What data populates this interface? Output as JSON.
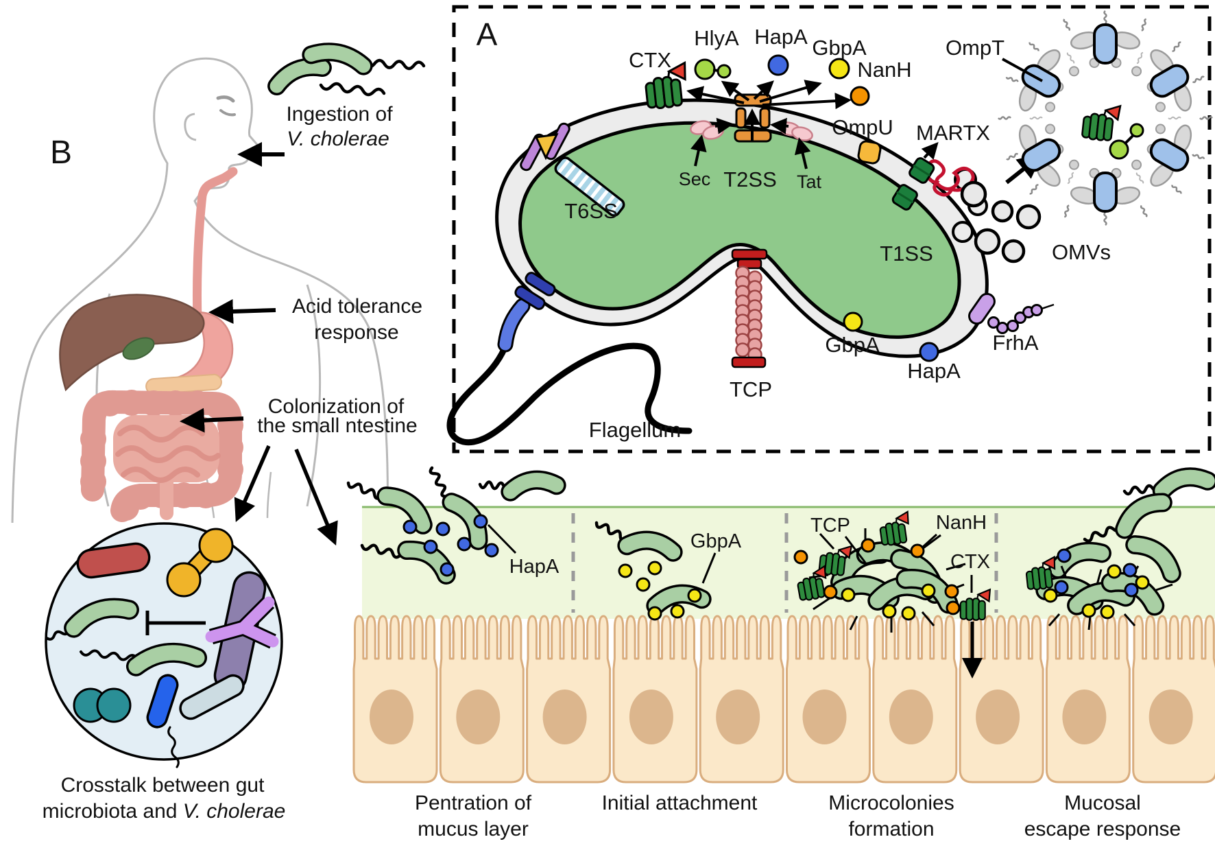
{
  "figure_title": "Vibrio cholerae virulence factors and intestinal colonization stages",
  "panel_a": {
    "label": "A",
    "proteins": {
      "ctx": "CTX",
      "hlya": "HlyA",
      "hapa": "HapA",
      "gbpa": "GbpA",
      "nanh": "NanH"
    },
    "features": {
      "sec": "Sec",
      "t2ss": "T2SS",
      "tat": "Tat",
      "ompu": "OmpU",
      "martx": "MARTX",
      "t1ss": "T1SS",
      "t6ss": "T6SS",
      "omvs": "OMVs",
      "ompt": "OmpT",
      "tcp": "TCP",
      "flagellum": "Flagellum",
      "gbpa_surface": "GbpA",
      "hapa_surface": "HapA",
      "frha": "FrhA"
    }
  },
  "panel_b": {
    "label": "B",
    "ingestion": {
      "line1": "Ingestion of",
      "line2": "V. cholerae"
    },
    "acid": {
      "line1": "Acid tolerance",
      "line2": "response"
    },
    "colonization": {
      "line1": "Colonization of",
      "line2": "the small ntestine"
    },
    "crosstalk": {
      "line1": "Crosstalk between gut",
      "line2_normal": "microbiota and ",
      "line2_italic": "V. cholerae"
    }
  },
  "stages": {
    "annotations": {
      "hapa": "HapA",
      "gbpa": "GbpA",
      "tcp": "TCP",
      "nanh": "NanH",
      "ctx": "CTX"
    },
    "captions": [
      {
        "line1": "Pentration of",
        "line2": "mucus layer"
      },
      {
        "line1": "Initial attachment",
        "line2": ""
      },
      {
        "line1": "Microcolonies",
        "line2": "formation"
      },
      {
        "line1": "Mucosal",
        "line2": "escape response"
      }
    ]
  },
  "colors": {
    "bacteria_green": "#a9cfa4",
    "cell_cytoplasm": "#8fc98b",
    "cell_periplasm": "#ececec",
    "mucus": "#eff7dc",
    "mucus_line": "#86b86a",
    "epithelium": "#fbe8c9",
    "epithelium_stroke": "#d9ad7e",
    "nucleus": "#dcb68d",
    "hapa_blue": "#4169e1",
    "gbpa_yellow": "#f5e616",
    "nanh_orange": "#f59300",
    "hlya_green": "#a5d847",
    "ctx_green": "#2e8b3e",
    "ctx_flag_red": "#e23b2e",
    "tcp_red": "#c21d1d",
    "tcp_pink": "#e7a3a3",
    "t1ss_green": "#1b7e3c",
    "t2ss_orange": "#e8943a",
    "t6ss_tube_blue": "#a8d4e6",
    "t6ss_purple": "#bd86d9",
    "t6ss_spike_yellow": "#f3c13c",
    "ompt_blue": "#9fc1ea",
    "omv_grey": "#e8e8e8",
    "martx_red": "#c41230",
    "frha_purple": "#c9a0e8",
    "flagellar_motor_navy": "#2f3fae",
    "flagellar_hook_blue": "#5b79e3",
    "sec_tat_pink": "#f6c9cf",
    "ompu_yellow": "#f6b93b",
    "body_outline": "#b8b8b8",
    "esophagus": "#e59a94",
    "liver": "#8a5f51",
    "stomach": "#efa49e",
    "intestine": "#e9aba1",
    "colon": "#e09a92",
    "gallbladder": "#527c49",
    "pancreas": "#f2c89b",
    "microbiota_bg": "#e3eef5",
    "microbiota": {
      "red_rod": "#c0504d",
      "yellow_dumbbell": "#f0b429",
      "slate_rod": "#8d80ad",
      "violet_y": "#cd94ee",
      "teal_cocci": "#2a8f96",
      "blue_rod": "#2563eb",
      "grey_rod": "#ccdce2"
    }
  }
}
